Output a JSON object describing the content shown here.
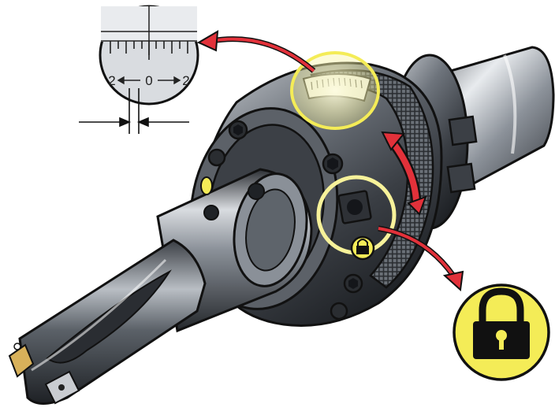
{
  "illustration": {
    "scale_labels": {
      "left": "2",
      "center": "0",
      "right": "2"
    },
    "colors": {
      "background": "#ffffff",
      "steel_dark": "#2f3237",
      "steel_mid": "#7d838b",
      "steel_light": "#d7dadf",
      "callout_yellow": "#f4ec57",
      "highlight_yellow": "#f7f29a",
      "arrow_red": "#e2313a",
      "outline": "#111111"
    },
    "icons": {
      "lock_callout": "padlock-icon",
      "small_lock": "padlock-icon",
      "adjust_arrow": "double-arrow-icon",
      "pointer_arrow": "arrow-icon"
    }
  }
}
